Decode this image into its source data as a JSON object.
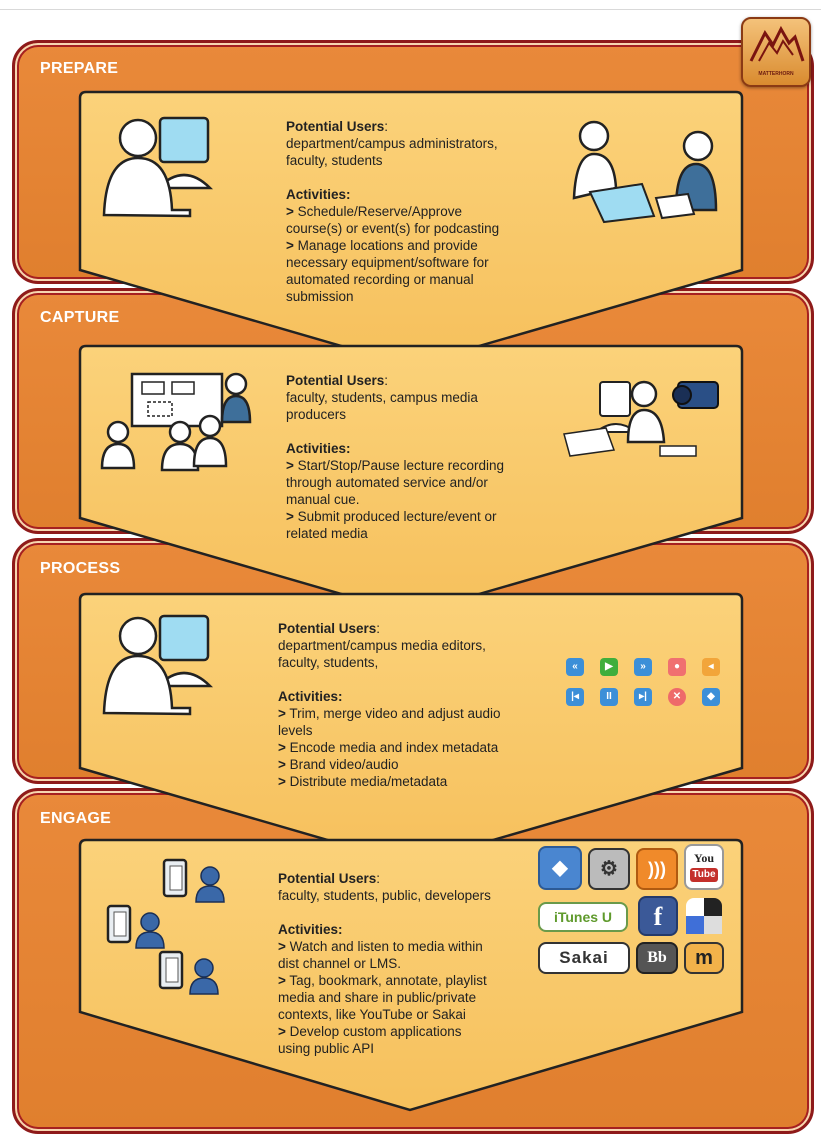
{
  "stages": [
    {
      "title": "PREPARE",
      "users_label": "Potential Users",
      "users": [
        "department/campus administrators,",
        "faculty, students"
      ],
      "activities_label": "Activities:",
      "activities": [
        [
          "Schedule/Reserve/Approve",
          "course(s) or event(s) for podcasting"
        ],
        [
          "Manage locations and provide",
          "necessary equipment/software for",
          "automated recording or manual",
          "submission"
        ]
      ]
    },
    {
      "title": "CAPTURE",
      "users_label": "Potential Users",
      "users": [
        "faculty, students, campus media",
        "producers"
      ],
      "activities_label": "Activities:",
      "activities": [
        [
          "Start/Stop/Pause lecture recording",
          "through automated service and/or",
          "manual cue."
        ],
        [
          "Submit produced lecture/event or",
          "related media"
        ]
      ]
    },
    {
      "title": "PROCESS",
      "users_label": "Potential Users",
      "users": [
        "department/campus media editors,",
        "faculty, students,"
      ],
      "activities_label": "Activities:",
      "activities": [
        [
          "Trim, merge video and adjust audio",
          "levels"
        ],
        [
          "Encode media and index metadata"
        ],
        [
          "Brand video/audio"
        ],
        [
          "Distribute media/metadata"
        ]
      ]
    },
    {
      "title": "ENGAGE",
      "users_label": "Potential Users",
      "users": [
        "faculty, students, public, developers"
      ],
      "activities_label": "Activities:",
      "activities": [
        [
          "Watch and listen to media within",
          "dist channel or LMS."
        ],
        [
          "Tag, bookmark, annotate, playlist",
          "media and share in public/private",
          "contexts, like YouTube or Sakai"
        ],
        [
          "Develop custom applications",
          "using public API"
        ]
      ]
    }
  ],
  "logo": {
    "text": "MATTERHORN"
  },
  "engage_badges": {
    "itunes": "iTunes U",
    "facebook": "f",
    "sakai": "Sakai",
    "blackboard": "Bb",
    "moodle": "m",
    "youtube_top": "You",
    "youtube_bottom": "Tube"
  },
  "colors": {
    "band": "#e48533",
    "band_border": "#8e1a1a",
    "card": "#f9c96a",
    "card_border": "#222222",
    "title": "#ffffff"
  }
}
